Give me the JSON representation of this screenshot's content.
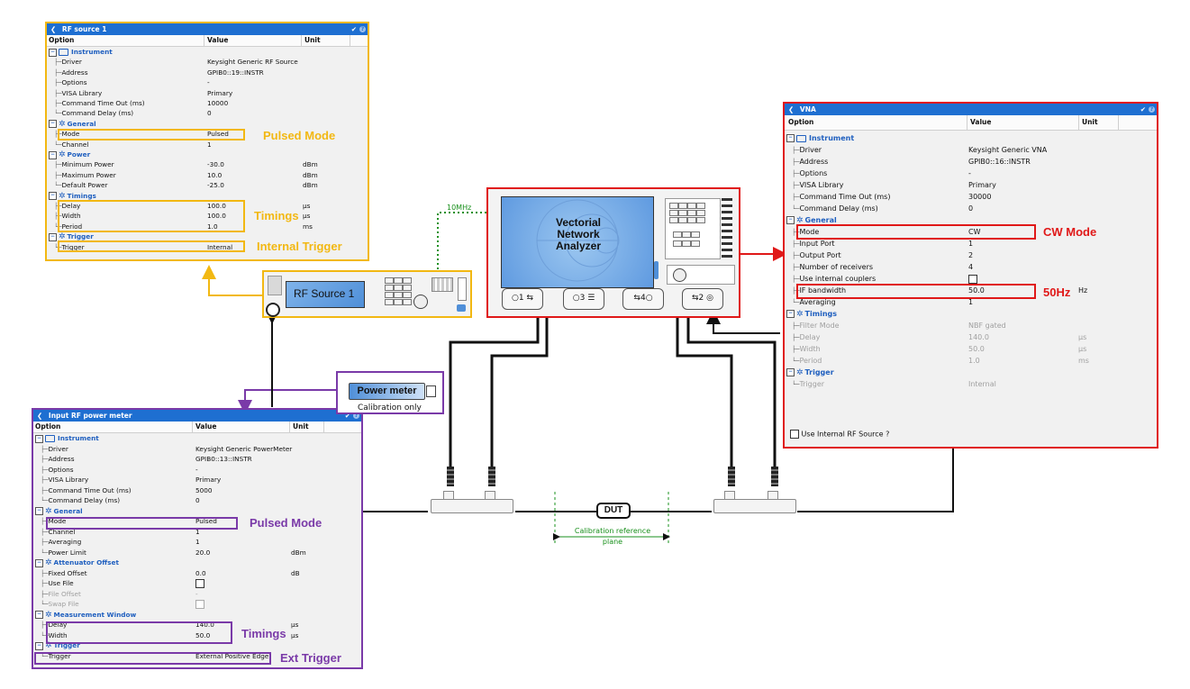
{
  "colors": {
    "rf": "#f2b812",
    "pm": "#7a3aa8",
    "vna": "#e01818",
    "header": "#1e6fd1",
    "category": "#1f5fbf",
    "sync": "#19901c"
  },
  "columns": {
    "option": "Option",
    "value": "Value",
    "unit": "Unit"
  },
  "rf_panel": {
    "title": "RF source 1",
    "rows": [
      {
        "k": "cat",
        "icon": "instrument-icon",
        "label": "Instrument"
      },
      {
        "k": "item",
        "label": "Driver",
        "value": "Keysight Generic RF Source"
      },
      {
        "k": "item",
        "label": "Address",
        "value": "GPIB0::19::INSTR"
      },
      {
        "k": "item",
        "label": "Options",
        "value": "-"
      },
      {
        "k": "item",
        "label": "VISA Library",
        "value": "Primary"
      },
      {
        "k": "item",
        "label": "Command Time Out (ms)",
        "value": "10000"
      },
      {
        "k": "last",
        "label": "Command Delay (ms)",
        "value": "0"
      },
      {
        "k": "cat",
        "icon": "gear-icon",
        "label": "General"
      },
      {
        "k": "item",
        "label": "Mode",
        "value": "Pulsed"
      },
      {
        "k": "last",
        "label": "Channel",
        "value": "1"
      },
      {
        "k": "cat",
        "icon": "gear-icon",
        "label": "Power"
      },
      {
        "k": "item",
        "label": "Minimum Power",
        "value": "-30.0",
        "unit": "dBm"
      },
      {
        "k": "item",
        "label": "Maximum Power",
        "value": "10.0",
        "unit": "dBm"
      },
      {
        "k": "last",
        "label": "Default Power",
        "value": "-25.0",
        "unit": "dBm"
      },
      {
        "k": "cat",
        "icon": "gear-icon",
        "label": "Timings"
      },
      {
        "k": "item",
        "label": "Delay",
        "value": "100.0",
        "unit": "µs"
      },
      {
        "k": "item",
        "label": "Width",
        "value": "100.0",
        "unit": "µs"
      },
      {
        "k": "last",
        "label": "Period",
        "value": "1.0",
        "unit": "ms"
      },
      {
        "k": "cat",
        "icon": "gear-icon",
        "label": "Trigger"
      },
      {
        "k": "last",
        "label": "Trigger",
        "value": "Internal"
      }
    ]
  },
  "pm_panel": {
    "title": "Input RF power meter",
    "rows": [
      {
        "k": "cat",
        "icon": "instrument-icon",
        "label": "Instrument"
      },
      {
        "k": "item",
        "label": "Driver",
        "value": "Keysight Generic PowerMeter"
      },
      {
        "k": "item",
        "label": "Address",
        "value": "GPIB0::13::INSTR"
      },
      {
        "k": "item",
        "label": "Options",
        "value": "-"
      },
      {
        "k": "item",
        "label": "VISA Library",
        "value": "Primary"
      },
      {
        "k": "item",
        "label": "Command Time Out (ms)",
        "value": "5000"
      },
      {
        "k": "last",
        "label": "Command Delay (ms)",
        "value": "0"
      },
      {
        "k": "cat",
        "icon": "gear-icon",
        "label": "General"
      },
      {
        "k": "item",
        "label": "Mode",
        "value": "Pulsed"
      },
      {
        "k": "item",
        "label": "Channel",
        "value": "1"
      },
      {
        "k": "item",
        "label": "Averaging",
        "value": "1"
      },
      {
        "k": "last",
        "label": "Power Limit",
        "value": "20.0",
        "unit": "dBm"
      },
      {
        "k": "cat",
        "icon": "gear-icon",
        "label": "Attenuator Offset"
      },
      {
        "k": "item",
        "label": "Fixed Offset",
        "value": "0.0",
        "unit": "dB"
      },
      {
        "k": "item",
        "label": "Use File",
        "check": true
      },
      {
        "k": "item",
        "dis": true,
        "label": "File Offset",
        "value": "-"
      },
      {
        "k": "last",
        "dis": true,
        "label": "Swap File",
        "check": true
      },
      {
        "k": "cat",
        "icon": "gear-icon",
        "label": "Measurement Window"
      },
      {
        "k": "item",
        "label": "Delay",
        "value": "140.0",
        "unit": "µs"
      },
      {
        "k": "last",
        "label": "Width",
        "value": "50.0",
        "unit": "µs"
      },
      {
        "k": "cat",
        "icon": "gear-icon",
        "label": "Trigger"
      },
      {
        "k": "last",
        "label": "Trigger",
        "value": "External Positive Edge"
      }
    ]
  },
  "vna_panel": {
    "title": "VNA",
    "footer": "Use Internal RF Source ?",
    "rows": [
      {
        "k": "cat",
        "icon": "instrument-icon",
        "label": "Instrument"
      },
      {
        "k": "item",
        "label": "Driver",
        "value": "Keysight Generic VNA"
      },
      {
        "k": "item",
        "label": "Address",
        "value": "GPIB0::16::INSTR"
      },
      {
        "k": "item",
        "label": "Options",
        "value": "-"
      },
      {
        "k": "item",
        "label": "VISA Library",
        "value": "Primary"
      },
      {
        "k": "item",
        "label": "Command Time Out (ms)",
        "value": "30000"
      },
      {
        "k": "last",
        "label": "Command Delay (ms)",
        "value": "0"
      },
      {
        "k": "cat",
        "icon": "gear-icon",
        "label": "General"
      },
      {
        "k": "item",
        "label": "Mode",
        "value": "CW"
      },
      {
        "k": "item",
        "label": "Input Port",
        "value": "1"
      },
      {
        "k": "item",
        "label": "Output Port",
        "value": "2"
      },
      {
        "k": "item",
        "label": "Number of receivers",
        "value": "4"
      },
      {
        "k": "item",
        "label": "Use internal couplers",
        "check": true
      },
      {
        "k": "item",
        "label": "IF bandwidth",
        "value": "50.0",
        "unit": "Hz"
      },
      {
        "k": "last",
        "label": "Averaging",
        "value": "1"
      },
      {
        "k": "cat",
        "icon": "gear-icon",
        "label": "Timings"
      },
      {
        "k": "item",
        "dis": true,
        "label": "Filter Mode",
        "value": "NBF gated"
      },
      {
        "k": "item",
        "dis": true,
        "label": "Delay",
        "value": "140.0",
        "unit": "µs"
      },
      {
        "k": "item",
        "dis": true,
        "label": "Width",
        "value": "50.0",
        "unit": "µs"
      },
      {
        "k": "last",
        "dis": true,
        "label": "Period",
        "value": "1.0",
        "unit": "ms"
      },
      {
        "k": "cat",
        "icon": "gear-icon",
        "label": "Trigger"
      },
      {
        "k": "last",
        "dis": true,
        "label": "Trigger",
        "value": "Internal"
      }
    ]
  },
  "annotations": {
    "rf_pulsed": "Pulsed Mode",
    "rf_timings": "Timings",
    "rf_trigger": "Internal Trigger",
    "pm_pulsed": "Pulsed Mode",
    "pm_timings": "Timings",
    "pm_trigger": "Ext Trigger",
    "vna_cw": "CW Mode",
    "vna_if": "50Hz"
  },
  "diagram": {
    "rf_source_label": "RF Source 1",
    "vna_screen_label": "Vectorial\nNetwork\nAnalyzer",
    "power_meter_label": "Power meter",
    "power_meter_note": "Calibration only",
    "sync_label": "10MHz",
    "dut_label": "DUT",
    "cal_plane_label": "Calibration reference\nplane",
    "vna_ports": [
      "1",
      "3",
      "4",
      "2"
    ]
  }
}
